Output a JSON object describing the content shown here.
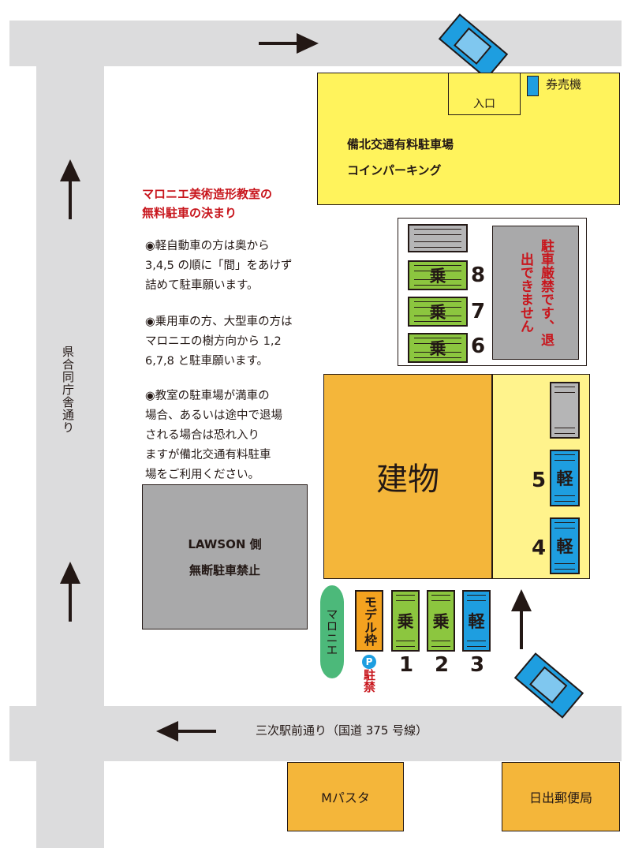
{
  "roads": {
    "top_arrow": "→",
    "left_road_name": "県合同庁舎通り",
    "bottom_road_name": "三次駅前通り（国道 375 号線）"
  },
  "coin_parking": {
    "name": "備北交通有料駐車場",
    "subtitle": "コインパーキング",
    "entrance": "入口",
    "ticket_machine": "券売機"
  },
  "rules": {
    "title_line1": "マロニエ美術造形教室の",
    "title_line2": "無料駐車の決まり",
    "rule1": [
      "◉軽自動車の方は奥から",
      "3,4,5 の順に「間」をあけず",
      "詰めて駐車願います。"
    ],
    "rule2": [
      "◉乗用車の方、大型車の方は",
      "マロニエの樹方向から 1,2",
      "6,7,8 と駐車願います。"
    ],
    "rule3": [
      "◉教室の駐車場が満車の",
      "場合、あるいは途中で退場",
      "される場合は恐れ入り",
      "ますが備北交通有料駐車",
      "場をご利用ください。"
    ]
  },
  "no_exit": "駐車厳禁です、退出できません",
  "building": "建物",
  "lawson": {
    "line1": "LAWSON 側",
    "line2": "無断駐車禁止"
  },
  "maronie_tree": "マロニエ",
  "model_slot": "モデル枠",
  "no_parking": {
    "p": "P",
    "text": "駐禁"
  },
  "slots": {
    "joyo": "乗",
    "kei": "軽",
    "n1": "1",
    "n2": "2",
    "n3": "3",
    "n4": "4",
    "n5": "5",
    "n6": "6",
    "n7": "7",
    "n8": "8"
  },
  "shops": {
    "m_pasta": "Mパスタ",
    "post_office": "日出郵便局"
  },
  "colors": {
    "road": "#dcdcdd",
    "yellow": "#fff35c",
    "orange": "#f4b63a",
    "green": "#8cc63f",
    "blue": "#1e9ee0",
    "gray_lot": "#a9a9aa",
    "red_text": "#c8161d",
    "tree": "#4cb97a"
  }
}
